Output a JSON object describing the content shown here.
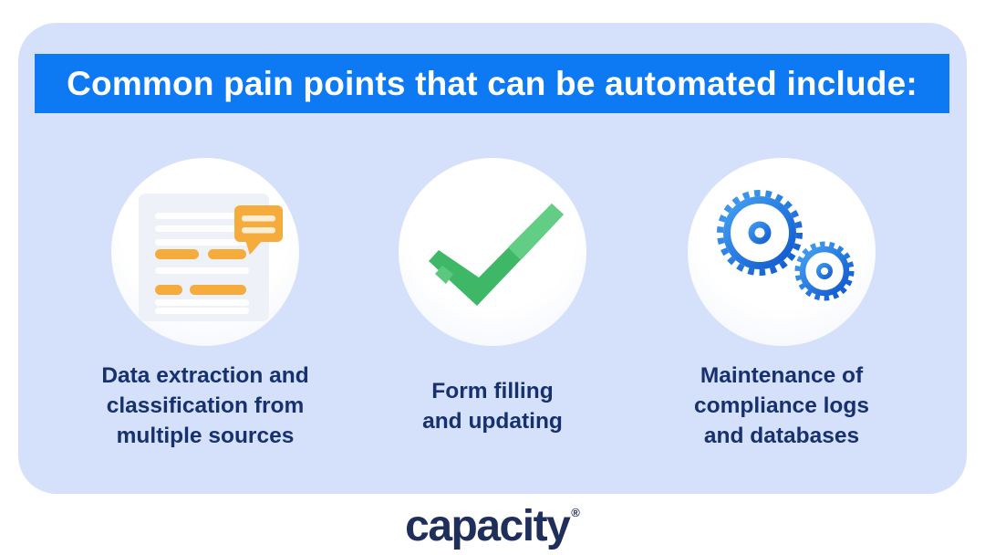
{
  "header": {
    "title": "Common pain points that can be automated include:"
  },
  "items": [
    {
      "name": "data-extraction",
      "icon": "document-highlight-icon",
      "label": "Data extraction and classification from multiple sources",
      "lines": [
        "Data extraction and",
        "classification from",
        "multiple sources"
      ]
    },
    {
      "name": "form-filling",
      "icon": "checkmark-icon",
      "label": "Form filling and updating",
      "lines": [
        "Form filling",
        "and updating"
      ]
    },
    {
      "name": "maintenance",
      "icon": "gears-icon",
      "label": "Maintenance of compliance logs and databases",
      "lines": [
        "Maintenance of",
        "compliance logs",
        "and databases"
      ]
    }
  ],
  "footer": {
    "logo_text": "capacity",
    "registered_mark": "®"
  },
  "colors": {
    "canvas_bg": "#ffffff",
    "card_bg": "#d5e1fa",
    "banner_bg": "#0d79f2",
    "banner_text": "#ffffff",
    "label_text": "#17316f",
    "logo_text": "#202e5c",
    "doc_page": "#eef2f8",
    "doc_orange": "#f6ac3d",
    "check_green": "#3eb866",
    "check_green_light": "#62cd85",
    "gear_blue_light": "#44a1f2",
    "gear_blue_dark": "#0f57cd"
  }
}
